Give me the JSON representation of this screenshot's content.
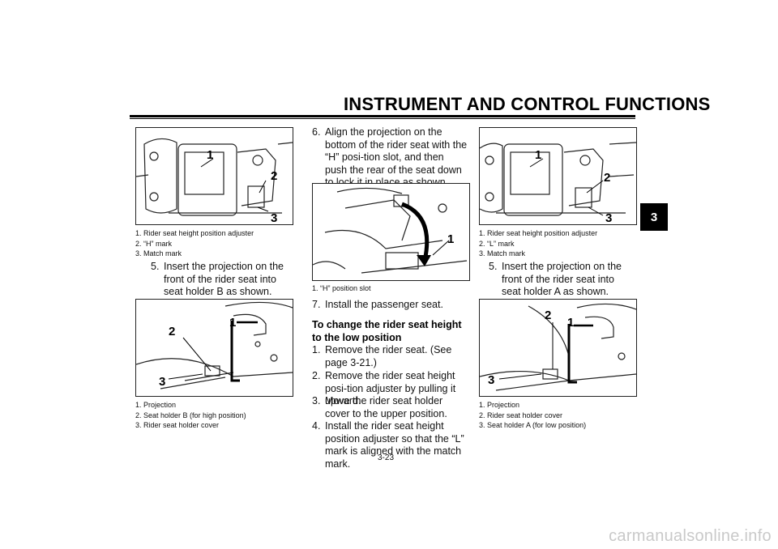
{
  "header": {
    "title": "INSTRUMENT AND CONTROL FUNCTIONS",
    "chapter_tab": "3"
  },
  "figures": {
    "fig1": {
      "callouts": [
        "1",
        "2",
        "3"
      ]
    },
    "fig2": {
      "callouts": [
        "1",
        "2",
        "3"
      ]
    },
    "fig3": {
      "callouts": [
        "1"
      ]
    },
    "fig4": {
      "callouts": [
        "1",
        "2",
        "3"
      ]
    },
    "fig5": {
      "callouts": [
        "1",
        "2",
        "3"
      ]
    }
  },
  "left_column": {
    "caption1": [
      "1. Rider seat height position adjuster",
      "2. “H” mark",
      "3. Match mark"
    ],
    "step5": {
      "num": "5.",
      "text": "Insert the projection on the front of the rider seat into seat holder B as shown."
    },
    "caption2": [
      "1. Projection",
      "2. Seat holder B (for high position)",
      "3. Rider seat holder cover"
    ]
  },
  "middle_column": {
    "step6": {
      "num": "6.",
      "text": "Align the projection on the bottom of the rider seat with the “H” posi-tion slot, and then push the rear of the seat down to lock it in place as shown."
    },
    "caption3": [
      "1. “H” position slot"
    ],
    "step7": {
      "num": "7.",
      "text": "Install the passenger seat."
    },
    "subheading": "To change the rider seat height to the low position",
    "low_steps": [
      {
        "num": "1.",
        "text": "Remove the rider seat. (See page 3-21.)"
      },
      {
        "num": "2.",
        "text": "Remove the rider seat height posi-tion adjuster by pulling it upward."
      },
      {
        "num": "3.",
        "text": "Move the rider seat holder cover to the upper position."
      },
      {
        "num": "4.",
        "text": "Install the rider seat height position adjuster so that the “L” mark is aligned with the match mark."
      }
    ]
  },
  "right_column": {
    "caption4": [
      "1. Rider seat height position adjuster",
      "2. “L” mark",
      "3. Match mark"
    ],
    "step5": {
      "num": "5.",
      "text": "Insert the projection on the front of the rider seat into seat holder A as shown."
    },
    "caption5": [
      "1. Projection",
      "2. Rider seat holder cover",
      "3. Seat holder A (for low position)"
    ]
  },
  "footer": {
    "page_number": "3-23",
    "watermark": "carmanualsonline.info"
  }
}
